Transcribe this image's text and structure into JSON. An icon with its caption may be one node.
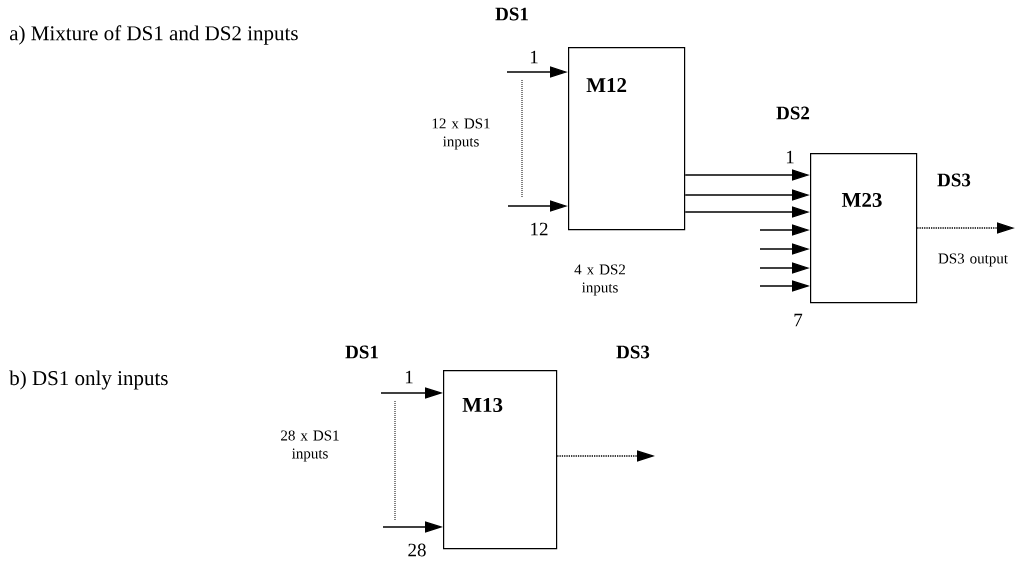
{
  "diagram": {
    "nodes": [
      {
        "text": [
          "M12"
        ]
      },
      {
        "text": [
          "M23"
        ]
      },
      {
        "text": [
          "M13"
        ]
      }
    ],
    "edges": [
      {
        "from": null,
        "to": 0,
        "arrow": "to"
      },
      {
        "from": null,
        "to": 0,
        "arrow": "to"
      },
      {
        "from": 0,
        "to": 1,
        "arrow": "to"
      },
      {
        "from": 0,
        "to": 1,
        "arrow": "to"
      },
      {
        "from": 0,
        "to": 1,
        "arrow": "to"
      },
      {
        "from": null,
        "to": 1,
        "arrow": "to"
      },
      {
        "from": null,
        "to": 1,
        "arrow": "to"
      },
      {
        "from": null,
        "to": 1,
        "arrow": "to"
      },
      {
        "from": null,
        "to": 1,
        "arrow": "to"
      },
      {
        "from": 1,
        "to": null,
        "arrow": "to",
        "style": "dashed"
      },
      {
        "from": null,
        "to": 2,
        "arrow": "to"
      },
      {
        "from": null,
        "to": 2,
        "arrow": "to"
      },
      {
        "from": 2,
        "to": null,
        "arrow": "to",
        "style": "dashed"
      }
    ],
    "labels": [
      "a) Mixture of DS1 and DS2 inputs",
      "DS1",
      "1",
      "12 x DS1 inputs",
      "12",
      "DS2",
      "1",
      "DS3",
      "4 x DS2 inputs",
      "DS3 output",
      "7",
      "b) DS1 only inputs",
      "DS1",
      "DS3",
      "1",
      "28 x DS1 inputs",
      "28"
    ]
  }
}
